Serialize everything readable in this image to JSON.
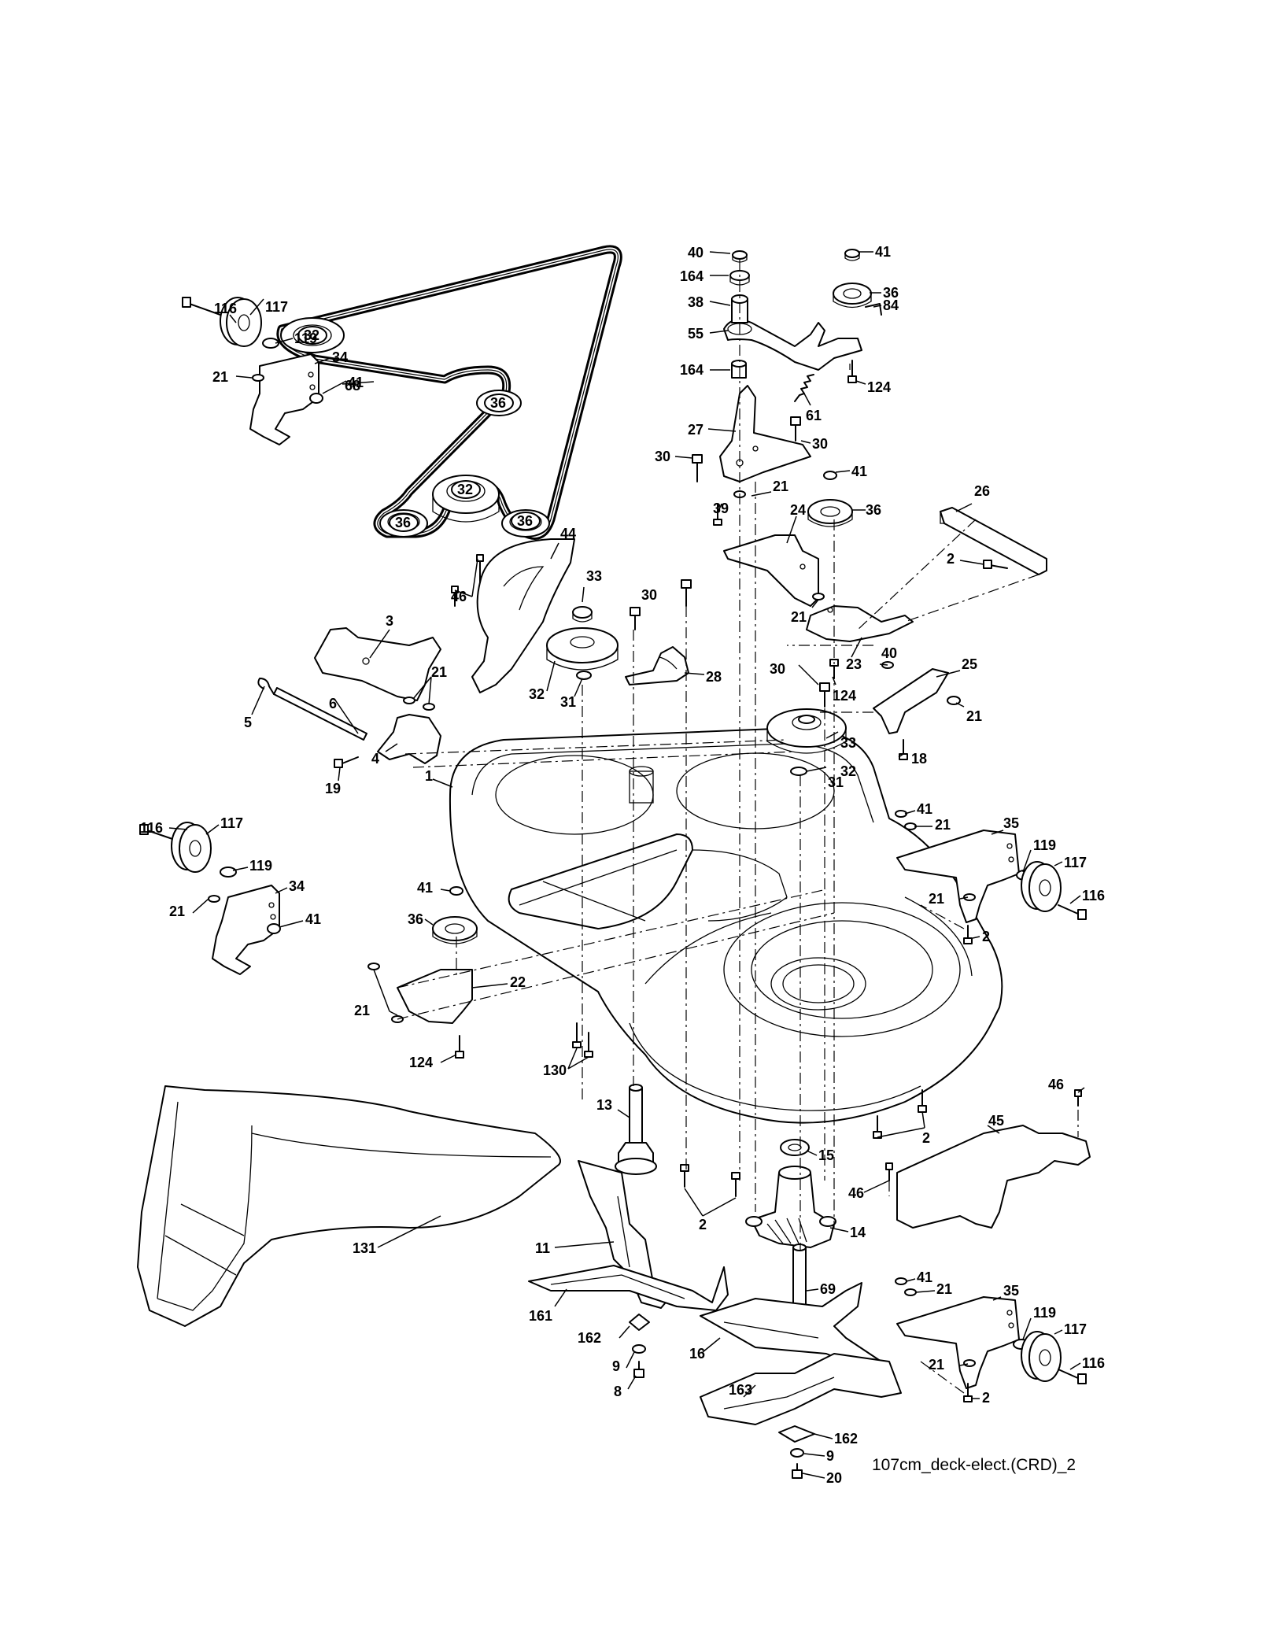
{
  "caption": "107cm_deck-elect.(CRD)_2",
  "labels": [
    {
      "id": "l40a",
      "text": "40"
    },
    {
      "id": "l164a",
      "text": "164"
    },
    {
      "id": "l38",
      "text": "38"
    },
    {
      "id": "l55",
      "text": "55"
    },
    {
      "id": "l164b",
      "text": "164"
    },
    {
      "id": "l41a",
      "text": "41"
    },
    {
      "id": "l36a",
      "text": "36"
    },
    {
      "id": "l84",
      "text": "84"
    },
    {
      "id": "l124a",
      "text": "124"
    },
    {
      "id": "l61",
      "text": "61"
    },
    {
      "id": "l27",
      "text": "27"
    },
    {
      "id": "l30a",
      "text": "30"
    },
    {
      "id": "l30b",
      "text": "30"
    },
    {
      "id": "l41b",
      "text": "41"
    },
    {
      "id": "l21a",
      "text": "21"
    },
    {
      "id": "l36b",
      "text": "36"
    },
    {
      "id": "l39",
      "text": "39"
    },
    {
      "id": "l24",
      "text": "24"
    },
    {
      "id": "l26",
      "text": "26"
    },
    {
      "id": "l2a",
      "text": "2"
    },
    {
      "id": "l68",
      "text": "68"
    },
    {
      "id": "l116a",
      "text": "116"
    },
    {
      "id": "l117a",
      "text": "117"
    },
    {
      "id": "l119a",
      "text": "119"
    },
    {
      "id": "l34a",
      "text": "34"
    },
    {
      "id": "l21b",
      "text": "21"
    },
    {
      "id": "l41c",
      "text": "41"
    },
    {
      "id": "l44",
      "text": "44"
    },
    {
      "id": "l33a",
      "text": "33"
    },
    {
      "id": "l30c",
      "text": "30"
    },
    {
      "id": "l46a",
      "text": "46"
    },
    {
      "id": "l3",
      "text": "3"
    },
    {
      "id": "l21c",
      "text": "21"
    },
    {
      "id": "l21d",
      "text": "21"
    },
    {
      "id": "l40b",
      "text": "40"
    },
    {
      "id": "l25",
      "text": "25"
    },
    {
      "id": "l23",
      "text": "23"
    },
    {
      "id": "l28",
      "text": "28"
    },
    {
      "id": "l32a",
      "text": "32"
    },
    {
      "id": "l31a",
      "text": "31"
    },
    {
      "id": "l30d",
      "text": "30"
    },
    {
      "id": "l124b",
      "text": "124"
    },
    {
      "id": "l21e",
      "text": "21"
    },
    {
      "id": "l6",
      "text": "6"
    },
    {
      "id": "l5",
      "text": "5"
    },
    {
      "id": "l4",
      "text": "4"
    },
    {
      "id": "l19",
      "text": "19"
    },
    {
      "id": "l33b",
      "text": "33"
    },
    {
      "id": "l18",
      "text": "18"
    },
    {
      "id": "l32b",
      "text": "32"
    },
    {
      "id": "l31b",
      "text": "31"
    },
    {
      "id": "l1",
      "text": "1"
    },
    {
      "id": "l41d",
      "text": "41"
    },
    {
      "id": "l21f",
      "text": "21"
    },
    {
      "id": "l35a",
      "text": "35"
    },
    {
      "id": "l119b",
      "text": "119"
    },
    {
      "id": "l117b",
      "text": "117"
    },
    {
      "id": "l21g",
      "text": "21"
    },
    {
      "id": "l116b",
      "text": "116"
    },
    {
      "id": "l2b",
      "text": "2"
    },
    {
      "id": "l116c",
      "text": "116"
    },
    {
      "id": "l117c",
      "text": "117"
    },
    {
      "id": "l119c",
      "text": "119"
    },
    {
      "id": "l34b",
      "text": "34"
    },
    {
      "id": "l21h",
      "text": "21"
    },
    {
      "id": "l41e",
      "text": "41"
    },
    {
      "id": "l41f",
      "text": "41"
    },
    {
      "id": "l36c",
      "text": "36"
    },
    {
      "id": "l22",
      "text": "22"
    },
    {
      "id": "l21i",
      "text": "21"
    },
    {
      "id": "l124c",
      "text": "124"
    },
    {
      "id": "l130",
      "text": "130"
    },
    {
      "id": "l46b",
      "text": "46"
    },
    {
      "id": "l45",
      "text": "45"
    },
    {
      "id": "l13",
      "text": "13"
    },
    {
      "id": "l2c",
      "text": "2"
    },
    {
      "id": "l15",
      "text": "15"
    },
    {
      "id": "l46c",
      "text": "46"
    },
    {
      "id": "l2d",
      "text": "2"
    },
    {
      "id": "l14",
      "text": "14"
    },
    {
      "id": "l131",
      "text": "131"
    },
    {
      "id": "l11",
      "text": "11"
    },
    {
      "id": "l41g",
      "text": "41"
    },
    {
      "id": "l21j",
      "text": "21"
    },
    {
      "id": "l35b",
      "text": "35"
    },
    {
      "id": "l69",
      "text": "69"
    },
    {
      "id": "l161",
      "text": "161"
    },
    {
      "id": "l119d",
      "text": "119"
    },
    {
      "id": "l117d",
      "text": "117"
    },
    {
      "id": "l21k",
      "text": "21"
    },
    {
      "id": "l116d",
      "text": "116"
    },
    {
      "id": "l162a",
      "text": "162"
    },
    {
      "id": "l16",
      "text": "16"
    },
    {
      "id": "l9a",
      "text": "9"
    },
    {
      "id": "l2e",
      "text": "2"
    },
    {
      "id": "l8",
      "text": "8"
    },
    {
      "id": "l163",
      "text": "163"
    },
    {
      "id": "l162b",
      "text": "162"
    },
    {
      "id": "l9b",
      "text": "9"
    },
    {
      "id": "l20",
      "text": "20"
    }
  ],
  "belt_pulley_labels": [
    {
      "id": "b32a",
      "text": "32"
    },
    {
      "id": "b36a",
      "text": "36"
    },
    {
      "id": "b32b",
      "text": "32"
    },
    {
      "id": "b36b",
      "text": "36"
    },
    {
      "id": "b36c",
      "text": "36"
    }
  ]
}
